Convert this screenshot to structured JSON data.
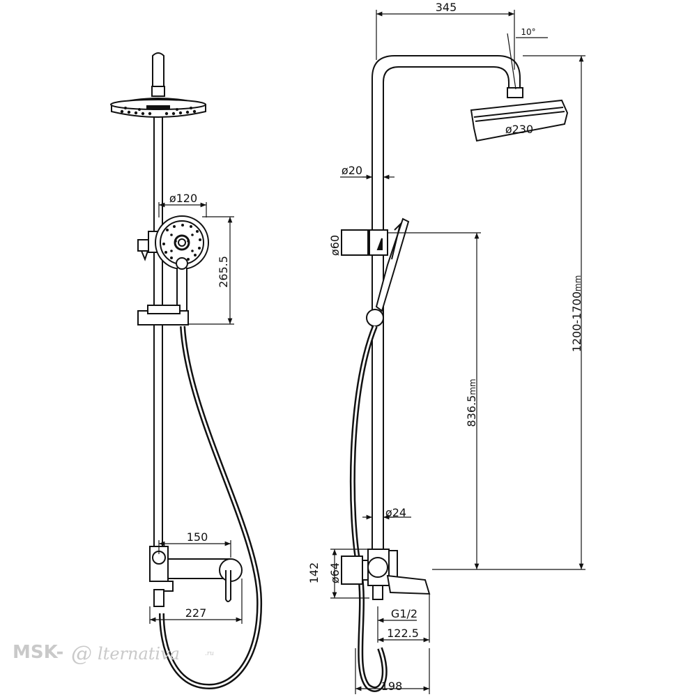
{
  "dimensions": {
    "top_width": "345",
    "angle": "10°",
    "head_diameter": "ø230",
    "pipe_diameter_upper": "ø20",
    "holder_diameter": "ø60",
    "height_range": "1200-1700",
    "height_unit": "mm",
    "lower_height": "836.5",
    "lower_height_unit": "mm",
    "pipe_diameter_lower": "ø24",
    "mixer_height": "142",
    "mixer_diameter": "ø64",
    "thread": "G1/2",
    "spout_length": "122.5",
    "depth": "198",
    "handshower_diameter": "ø120",
    "handshower_height": "265.5",
    "mixer_width": "150",
    "mixer_overall": "227"
  },
  "watermark": {
    "prefix": "MSK-",
    "at": "@",
    "name": "lternativa",
    "suffix": ".ru"
  }
}
